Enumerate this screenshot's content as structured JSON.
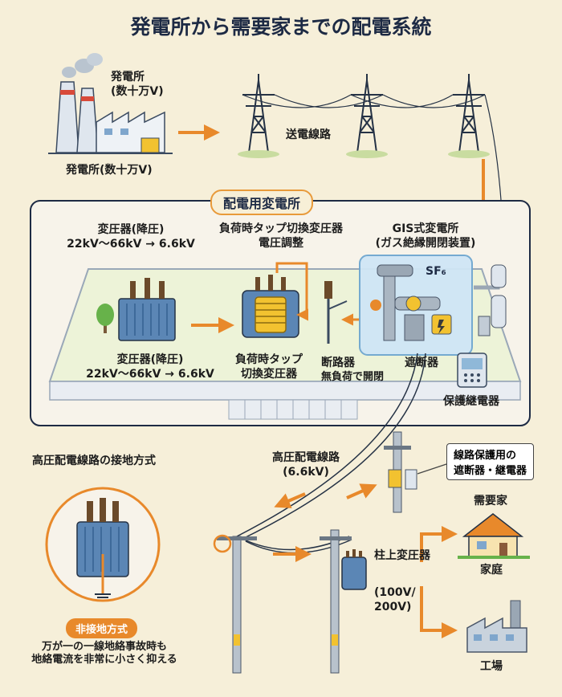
{
  "title": "発電所から需要家までの配電系統",
  "power_plant": {
    "label_top_1": "発電所",
    "label_top_2": "(数十万V)",
    "label_bottom": "発電所(数十万V)"
  },
  "transmission": {
    "label": "送電線路"
  },
  "substation": {
    "title": "配電用変電所",
    "transformer_top_1": "変圧器(降圧)",
    "transformer_top_2": "22kV〜66kV → 6.6kV",
    "transformer_bottom_1": "変圧器(降圧)",
    "transformer_bottom_2": "22kV〜66kV → 6.6kV",
    "ltc_top_1": "負荷時タップ切換変圧器",
    "ltc_top_2": "電圧調整",
    "ltc_bottom_1": "負荷時タップ",
    "ltc_bottom_2": "切換変圧器",
    "gis_1": "GIS式変電所",
    "gis_2": "(ガス絶縁開閉装置)",
    "sf6": "SF₆",
    "disconnector_1": "断路器",
    "disconnector_2": "無負荷で開閉",
    "breaker": "遮断器",
    "relay": "保護継電器"
  },
  "distribution": {
    "hv_line_1": "高圧配電線路",
    "hv_line_2": "(6.6kV)",
    "protection_box_1": "線路保護用の",
    "protection_box_2": "遮断器・継電器",
    "pole_transformer": "柱上変圧器",
    "voltage_1": "(100V/",
    "voltage_2": "200V)",
    "consumer": "需要家",
    "home": "家庭",
    "factory": "工場"
  },
  "grounding": {
    "title": "高圧配電線路の接地方式",
    "badge": "非接地方式",
    "desc_1": "万が一の一線地絡事故時も",
    "desc_2": "地絡電流を非常に小さく抑える"
  },
  "colors": {
    "accent": "#e8892b",
    "navy": "#1d2a44",
    "background": "#f6efd9",
    "blue": "#5b86b5"
  }
}
